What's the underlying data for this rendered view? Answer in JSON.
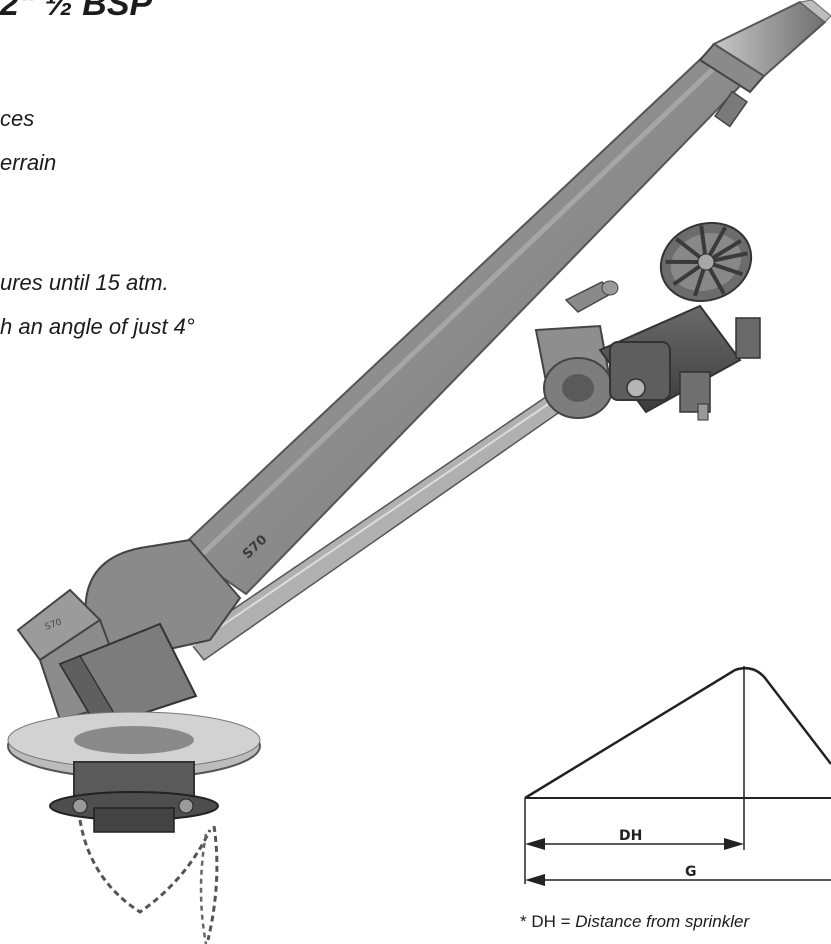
{
  "text_fragments": {
    "title": "2\" ½ BSP",
    "line_1": "ces",
    "line_2": "errain",
    "line_3": "ures until 15 atm.",
    "line_4": "h an angle of just 4°"
  },
  "product": {
    "body_marking_pipe": "S70",
    "body_marking_base": "S70"
  },
  "diagram": {
    "label_dh": "DH",
    "label_g": "G"
  },
  "footnote": {
    "term": "* DH = ",
    "definition": "Distance from sprinkler"
  }
}
